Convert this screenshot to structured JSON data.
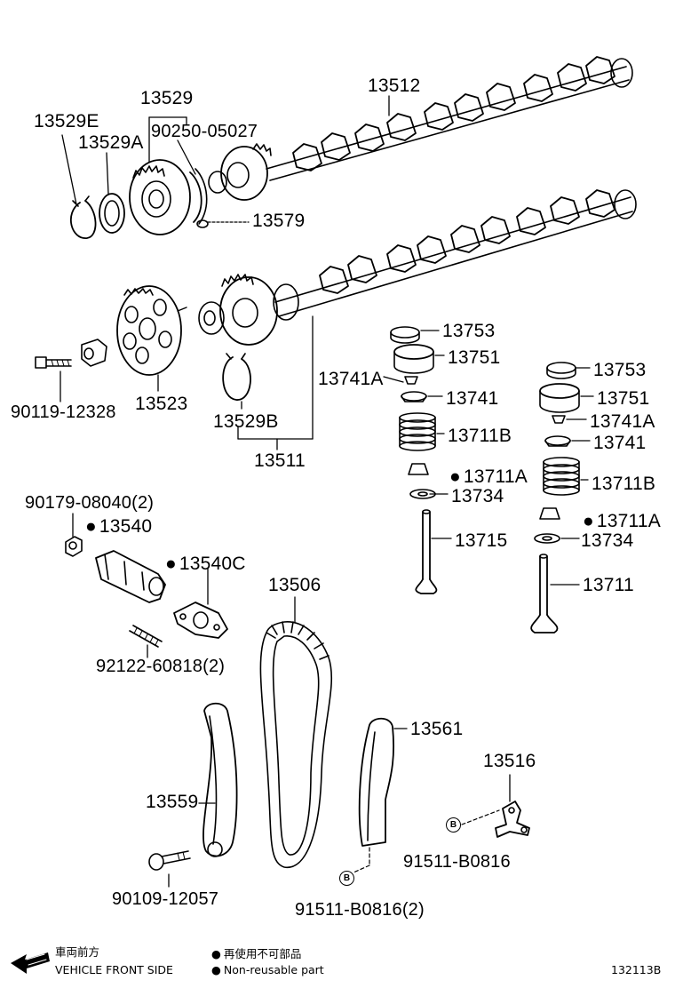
{
  "labels": {
    "p13512": "13512",
    "p13529": "13529",
    "p13529E": "13529E",
    "p13529A": "13529A",
    "p90250": "90250-05027",
    "p13579": "13579",
    "p90119": "90119-12328",
    "p13523": "13523",
    "p13529B": "13529B",
    "p13511": "13511",
    "p13753a": "13753",
    "p13751a": "13751",
    "p13741Aa": "13741A",
    "p13741a": "13741",
    "p13711Ba": "13711B",
    "p13711Aa": "13711A",
    "p13734a": "13734",
    "p13715": "13715",
    "p13753b": "13753",
    "p13751b": "13751",
    "p13741Ab": "13741A",
    "p13741b": "13741",
    "p13711Bb": "13711B",
    "p13711Ab": "13711A",
    "p13734b": "13734",
    "p13711": "13711",
    "p90179": "90179-08040(2)",
    "p13540": "13540",
    "p13540C": "13540C",
    "p13506": "13506",
    "p92122": "92122-60818(2)",
    "p13561": "13561",
    "p13516": "13516",
    "p13559": "13559",
    "p91511a": "91511-B0816",
    "p90109": "90109-12057",
    "p91511b": "91511-B0816(2)"
  },
  "markers": {
    "b_letter": "B"
  },
  "legend": {
    "direction_jp": "車両前方",
    "direction_en": "VEHICLE FRONT SIDE",
    "nonreusable_jp": "再使用不可部品",
    "nonreusable_en": "Non-reusable part"
  },
  "figure_id": "132113B"
}
